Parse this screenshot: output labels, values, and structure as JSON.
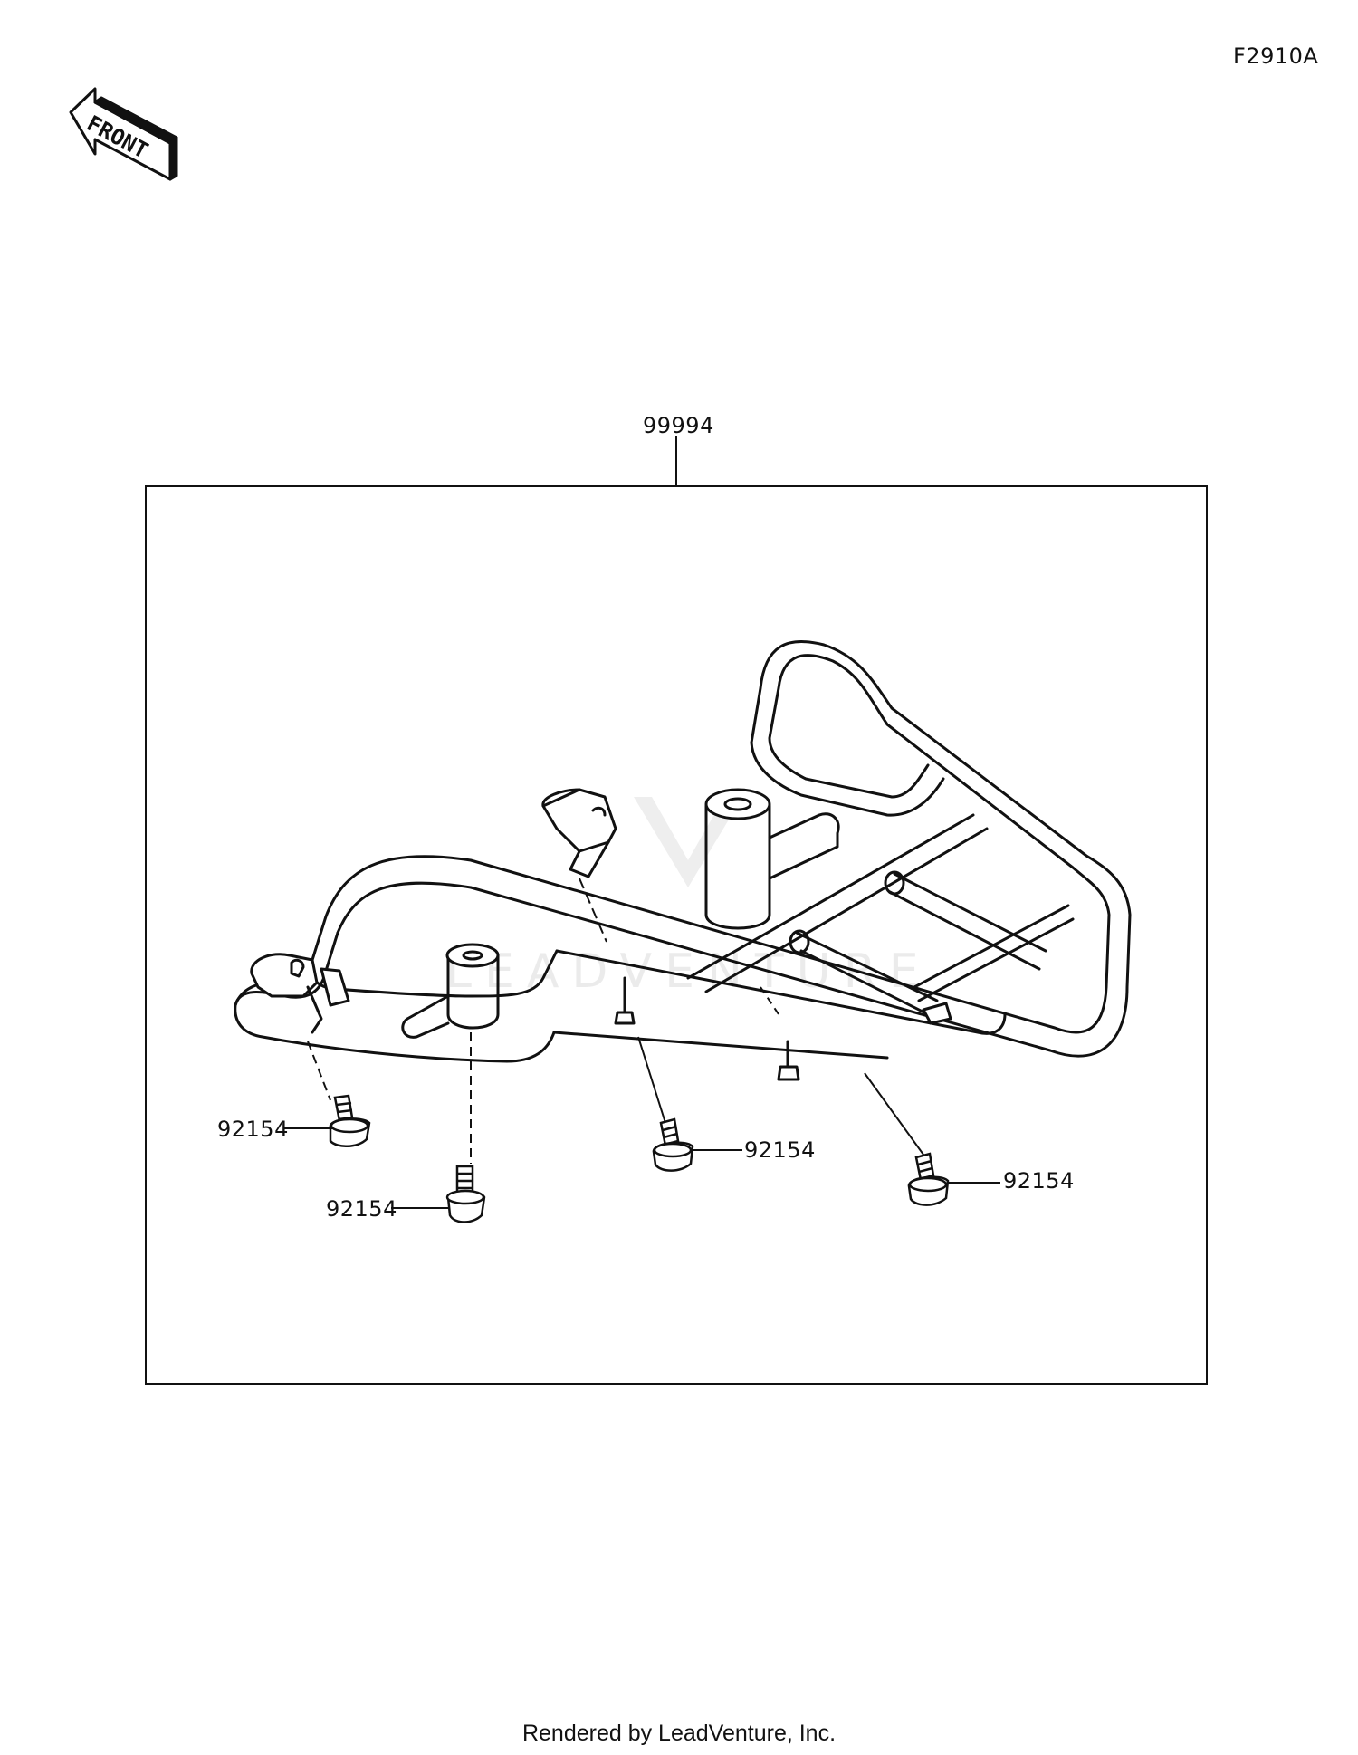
{
  "diagram": {
    "reference_code": "F2910A",
    "front_badge_text": "FRONT",
    "assembly_part_number": "99994",
    "fastener_part_numbers": [
      "92154",
      "92154",
      "92154",
      "92154"
    ],
    "watermark_text": "LEADVENTURE"
  },
  "footer": {
    "credit": "Rendered by LeadVenture, Inc."
  }
}
